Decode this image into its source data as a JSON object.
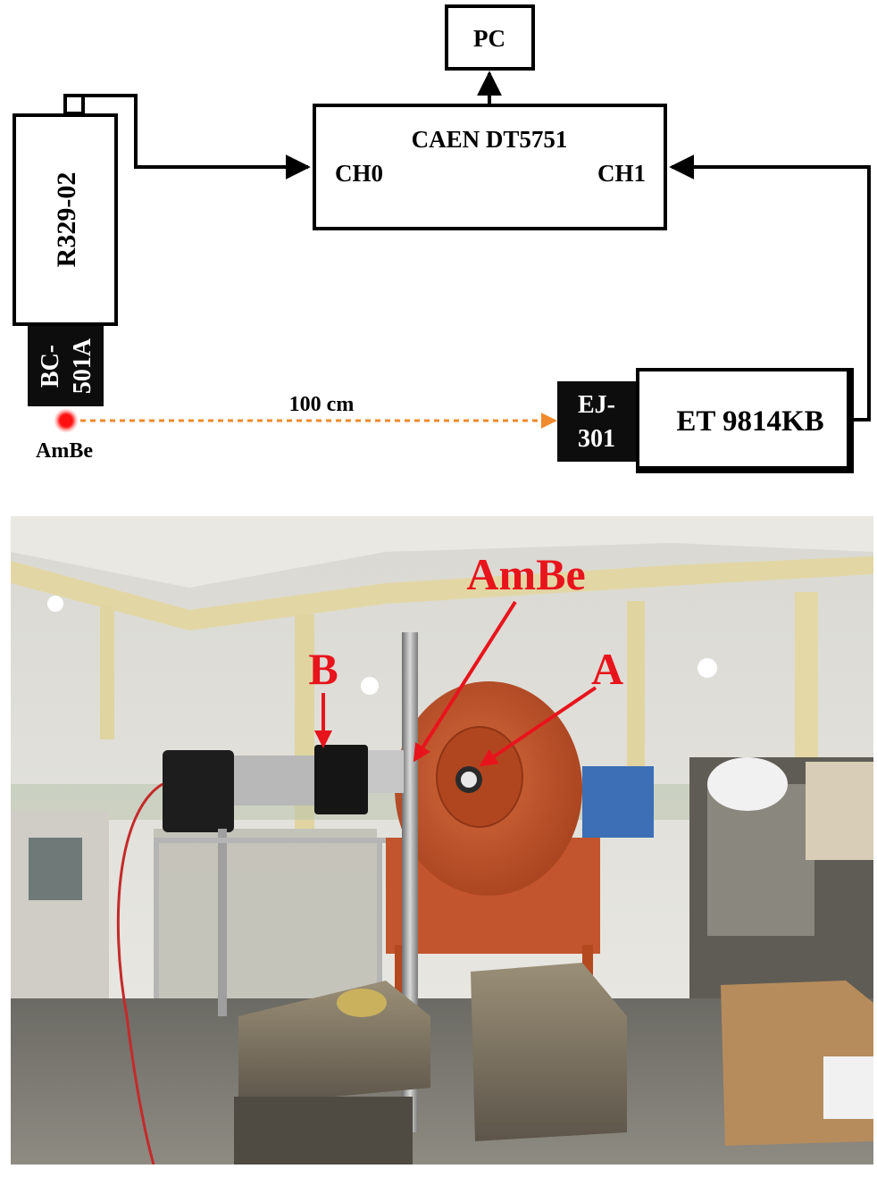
{
  "diagram": {
    "pc": "PC",
    "digitizer": {
      "name": "CAEN DT5751",
      "ch0": "CH0",
      "ch1": "CH1"
    },
    "pmt_a": "R329-02",
    "scint_a": {
      "line1": "BC-",
      "line2": "501A"
    },
    "source": "AmBe",
    "distance": "100 cm",
    "scint_b": {
      "line1": "EJ-",
      "line2": "301"
    },
    "pmt_b": "ET 9814KB",
    "colors": {
      "source_dot": "#ee1111",
      "dashed_line": "#f08a2c",
      "stroke": "#000000"
    }
  },
  "photo": {
    "labels": {
      "source": "AmBe",
      "a": "A",
      "b": "B"
    },
    "colors": {
      "annotation": "#e8141c",
      "shield": "#c2552e",
      "wall": "#e4e2db",
      "beam": "#e2d7a4"
    }
  }
}
